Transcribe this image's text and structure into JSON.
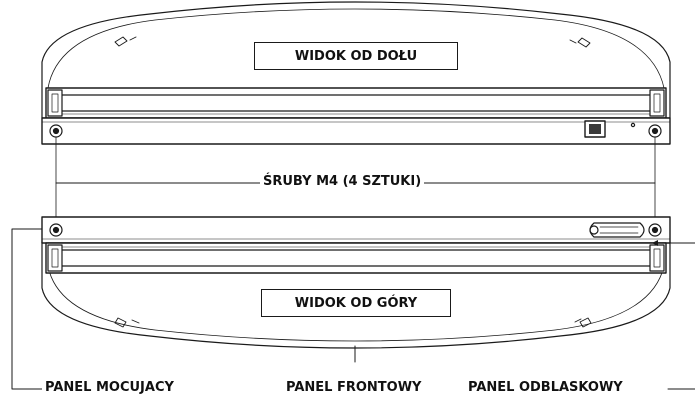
{
  "labels": {
    "bottom_view": "WIDOK OD DOŁU",
    "top_view": "WIDOK OD GÓRY",
    "screws": "ŚRUBY M4 (4 SZTUKI)",
    "mounting_panel": "PANEL MOCUJACY",
    "front_panel": "PANEL FRONTOWY",
    "reflective_panel": "PANEL ODBLASKOWY"
  },
  "colors": {
    "line": "#1a1a1a",
    "fill": "#ffffff"
  }
}
